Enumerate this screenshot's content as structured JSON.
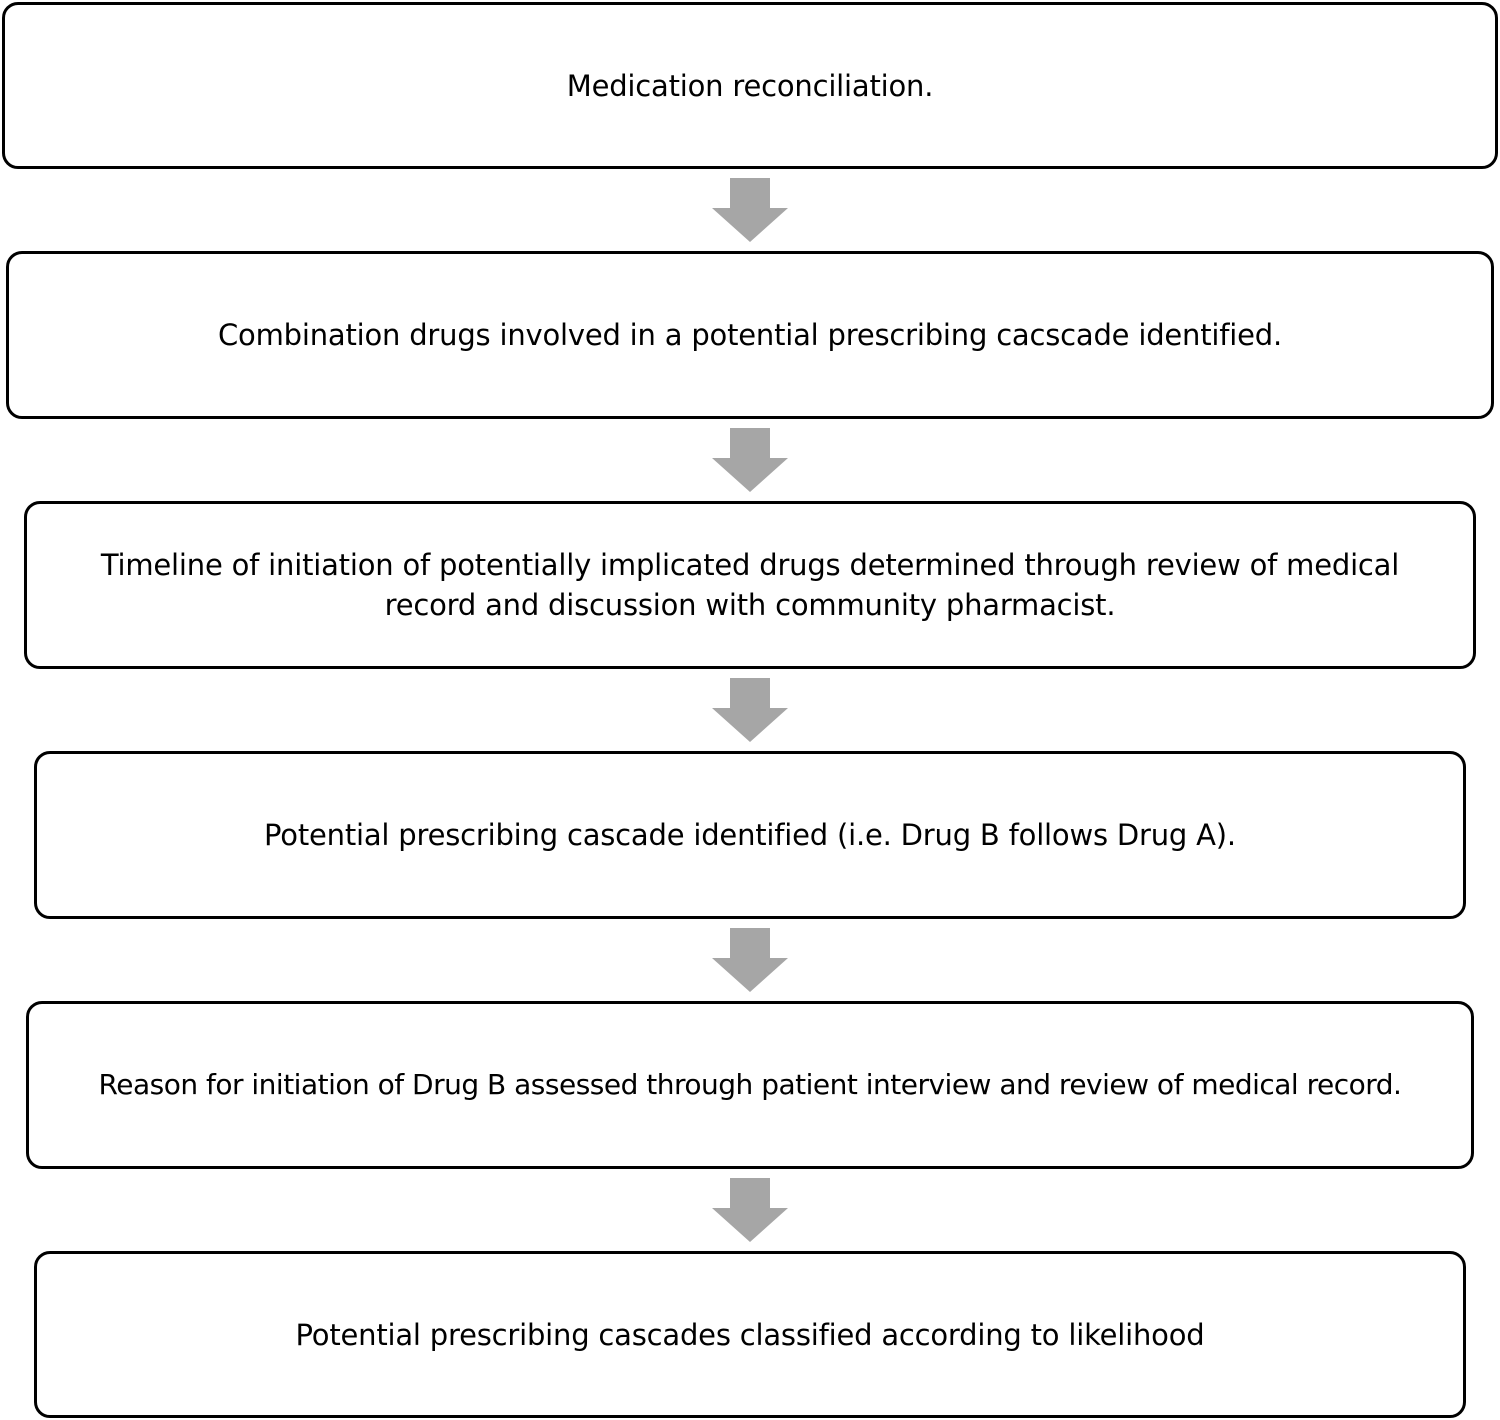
{
  "steps": [
    {
      "text": "Medication reconciliation."
    },
    {
      "text": "Combination drugs involved in a potential prescribing cacscade identified."
    },
    {
      "text": "Timeline of initiation of potentially implicated drugs determined through review of medical record and discussion with community pharmacist."
    },
    {
      "text": "Potential prescribing cascade identified (i.e. Drug B follows Drug A)."
    },
    {
      "text": "Reason for initiation of Drug B assessed through patient interview and review of medical record."
    },
    {
      "text": "Potential prescribing cascades classified according to likelihood"
    }
  ],
  "colors": {
    "box_border": "#000000",
    "arrow_fill": "#a6a6a6",
    "text": "#000000",
    "background": "#ffffff"
  },
  "arrow_icon": "down-arrow-icon"
}
